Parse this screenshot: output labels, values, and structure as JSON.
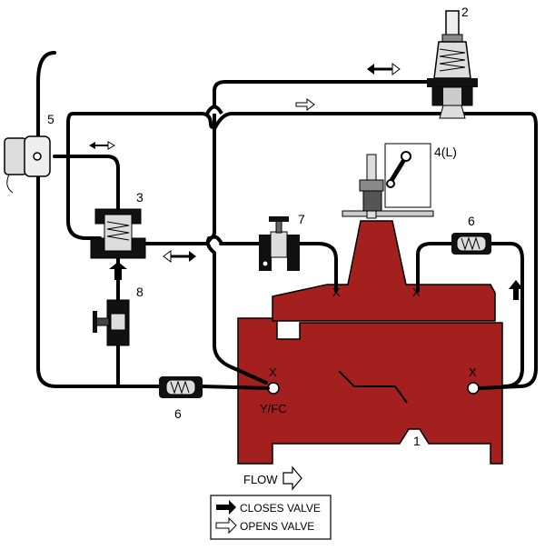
{
  "labels": {
    "main_valve": "1",
    "pilot_valve": "2",
    "three_way_valve": "3",
    "limit_switch": "4(L)",
    "solenoid": "5",
    "strainer_left": "6",
    "strainer_right": "6",
    "needle_valve": "7",
    "ball_valve": "8",
    "port_y_fc": "Y/FC",
    "port_marks": [
      "X",
      "X",
      "X",
      "X"
    ]
  },
  "flow_label": "FLOW",
  "legend": {
    "closes_label": "CLOSES VALVE",
    "opens_label": "OPENS VALVE"
  },
  "colors": {
    "valve_body": "#a3201f",
    "tubing": "#000000",
    "component": "#cfcfcf"
  }
}
